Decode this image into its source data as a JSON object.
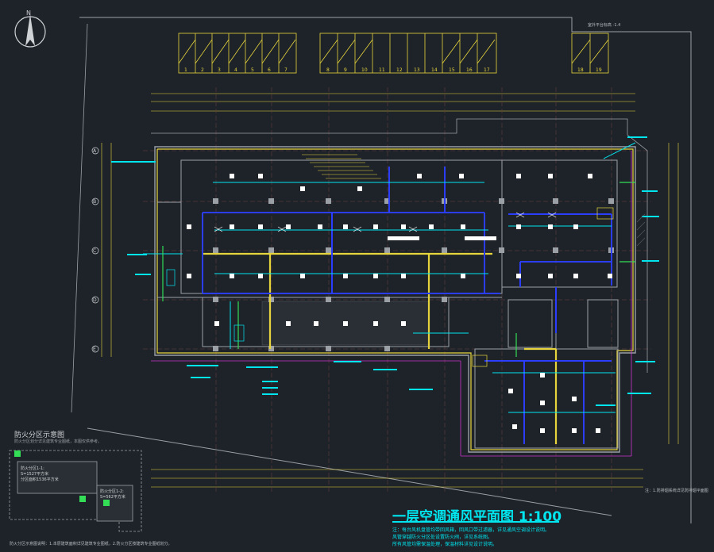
{
  "drawing": {
    "title": "一层空调通风平面图  1:100",
    "notes": [
      "注：每台风机盘管均带回风箱，回风口带过滤器，详见通风空调设计说明。",
      "    风管穿越防火分区处设置防火阀，详见系统图。",
      "    所有风管均需保温处理，保温材料详见设计说明。"
    ],
    "north_label": "N",
    "top_right_label": "室外平台标高 -1.4",
    "right_note": "注：1.防排烟系统详见防排烟平面图",
    "bottom_note": "防火分区示意图说明：1.本层建筑面积详见建筑专业图纸，2.防火分区按建筑专业图纸划分。"
  },
  "inset": {
    "title": "防火分区示意图",
    "subtitle": "防火分区划分详见建筑专业图纸，本图仅供参考。",
    "box1": "防火分区1-1:\nS=1527平方米\n分区面积1536平方米",
    "box2": "防火分区1-2:\nS=562平方米"
  },
  "parking_numbers_left": [
    "1",
    "2",
    "3",
    "4",
    "5",
    "6",
    "7"
  ],
  "parking_numbers_mid": [
    "8",
    "9",
    "10",
    "11",
    "12",
    "13",
    "14",
    "15",
    "16",
    "17"
  ],
  "parking_numbers_right": [
    "18",
    "19"
  ],
  "grid_labels_left": [
    "A",
    "B",
    "C",
    "D",
    "E"
  ],
  "colors": {
    "background": "#1e2329",
    "wall": "#9aa0a6",
    "yellow": "#e5d43c",
    "cyan": "#00e5ee",
    "blue": "#2b3dff",
    "green": "#33dd55",
    "magenta": "#cc33cc",
    "white": "#ffffff"
  }
}
